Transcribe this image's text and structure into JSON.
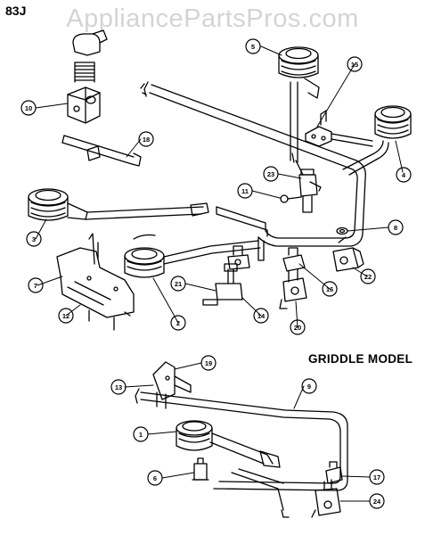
{
  "diagram": {
    "code": "83J",
    "watermark": "AppliancePartsPros.com",
    "griddle_heading": "GRIDDLE MODEL",
    "callouts": [
      "5",
      "15",
      "10",
      "18",
      "4",
      "23",
      "11",
      "3",
      "8",
      "7",
      "21",
      "16",
      "22",
      "12",
      "2",
      "14",
      "20",
      "19",
      "13",
      "9",
      "1",
      "6",
      "17",
      "24"
    ]
  },
  "colors": {
    "ink": "#000000",
    "watermark": "#d4d4d4",
    "background": "#ffffff"
  }
}
